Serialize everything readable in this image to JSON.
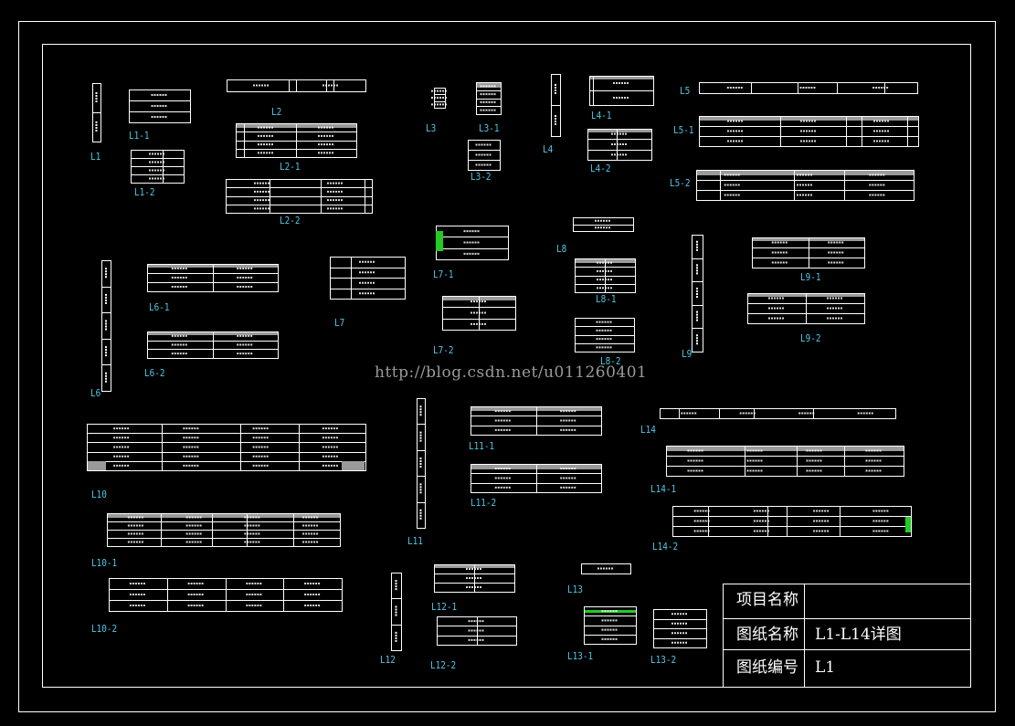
{
  "drawing": {
    "labels": [
      "L1",
      "L1-1",
      "L1-2",
      "L2",
      "L2-1",
      "L2-2",
      "L3",
      "L3-1",
      "L3-2",
      "L4",
      "L4-1",
      "L4-2",
      "L5",
      "L5-1",
      "L5-2",
      "L6",
      "L6-1",
      "L6-2",
      "L7",
      "L7-1",
      "L7-2",
      "L8",
      "L8-1",
      "L8-2",
      "L9",
      "L9-1",
      "L9-2",
      "L10",
      "L10-1",
      "L10-2",
      "L11",
      "L11-1",
      "L11-2",
      "L12",
      "L12-1",
      "L12-2",
      "L13",
      "L13-1",
      "L13-2",
      "L14",
      "L14-1",
      "L14-2"
    ],
    "watermark": "http://blog.csdn.net/u011260401"
  },
  "title_block": {
    "project_name_label": "项目名称",
    "project_name_value": "",
    "drawing_name_label": "图纸名称",
    "drawing_name_value": "L1-L14详图",
    "drawing_number_label": "图纸编号",
    "drawing_number_value": "L1"
  },
  "colors": {
    "background": "#000000",
    "line": "#ffffff",
    "label": "#4fc8e6",
    "hatch": "#9a9a9a",
    "accent": "#22cc22"
  }
}
